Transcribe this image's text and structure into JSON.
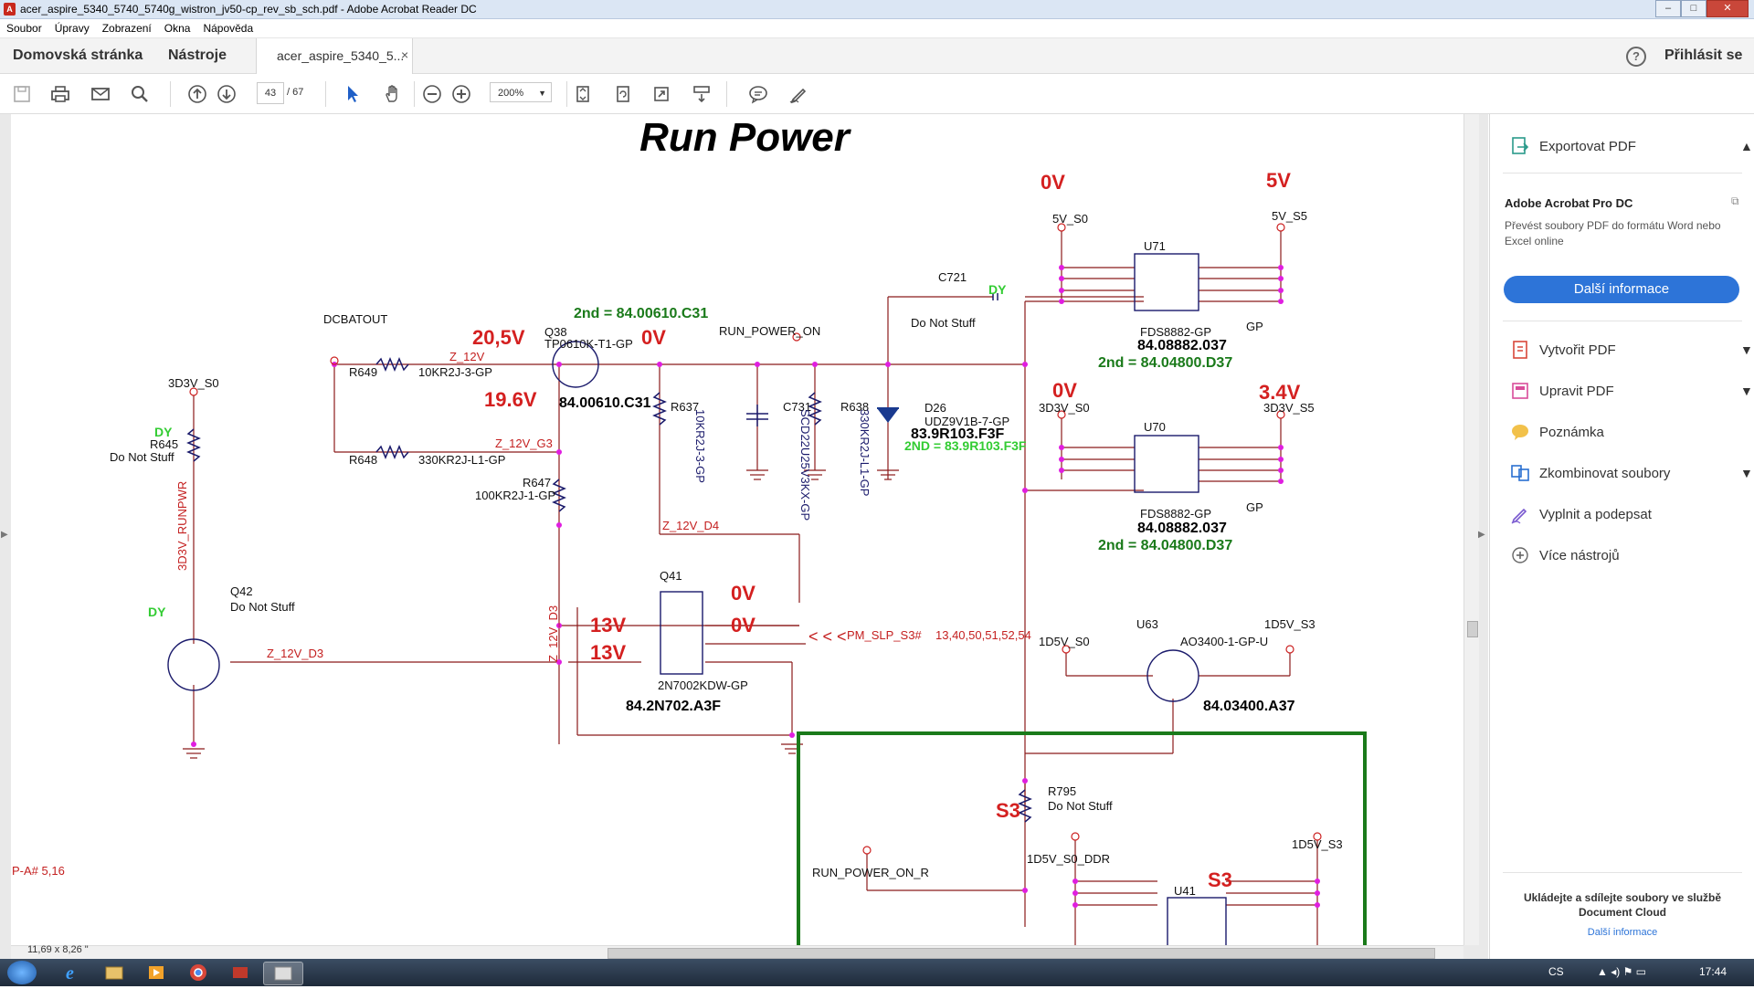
{
  "window": {
    "title": "acer_aspire_5340_5740_5740g_wistron_jv50-cp_rev_sb_sch.pdf - Adobe Acrobat Reader DC",
    "minimize": "–",
    "maximize": "□",
    "close": "✕"
  },
  "menu": [
    "Soubor",
    "Úpravy",
    "Zobrazení",
    "Okna",
    "Nápověda"
  ],
  "tabs": {
    "home": "Domovská stránka",
    "tools": "Nástroje",
    "document": "acer_aspire_5340_5...",
    "close": "×",
    "help": "?",
    "signin": "Přihlásit se"
  },
  "toolbar": {
    "page_current": "43",
    "page_total": "/ 67",
    "zoom": "200%"
  },
  "status": {
    "page_size": "11,69 x 8,26 \""
  },
  "right_panel": {
    "export": "Exportovat PDF",
    "product": "Adobe Acrobat Pro DC",
    "product_desc": "Převést soubory PDF do formátu Word nebo Excel online",
    "more_info_button": "Další informace",
    "tools": [
      "Vytvořit PDF",
      "Upravit PDF",
      "Poznámka",
      "Zkombinovat soubory",
      "Vyplnit a podepsat",
      "Více nástrojů"
    ],
    "cloud_text": "Ukládejte a sdílejte soubory ve službě Document Cloud",
    "cloud_link": "Další informace"
  },
  "taskbar": {
    "lang": "CS",
    "time": "17:44"
  },
  "schematic": {
    "title": "Run Power",
    "pa_ref": "P-A#   5,16",
    "voltages": {
      "v0_top": "0V",
      "v5_top": "5V",
      "v0_mid": "0V",
      "v34": "3.4V",
      "v205": "20,5V",
      "v0_q38": "0V",
      "v196": "19.6V",
      "v0_q41a": "0V",
      "v0_q41b": "0V",
      "v13a": "13V",
      "v13b": "13V",
      "s3a": "S3",
      "s3b": "S3"
    },
    "nets": {
      "dcbatout": "DCBATOUT",
      "run_power_on": "RUN_POWER_ON",
      "v5_s0": "5V_S0",
      "v5_s5": "5V_S5",
      "v3d3_s0a": "3D3V_S0",
      "v3d3_s0b": "3D3V_S0",
      "v3d3_s5": "3D3V_S5",
      "v1d5_s0": "1D5V_S0",
      "v1d5_s3a": "1D5V_S3",
      "v1d5_s3b": "1D5V_S3",
      "z12v": "Z_12V",
      "z12v_g3": "Z_12V_G3",
      "z12v_d4": "Z_12V_D4",
      "z12v_d3a": "Z_12V_D3",
      "z12v_d3b": "Z_12V_D3",
      "runpwr": "3D3V_RUNPWR",
      "pm_slp": "PM_SLP_S3#",
      "pm_pages": "13,40,50,51,52,54",
      "run_power_on_r": "RUN_POWER_ON_R",
      "v1d5_s0_ddr": "1D5V_S0_DDR"
    },
    "parts": {
      "q38": "Q38",
      "q38_pn": "TP0610K-T1-GP",
      "q38_code": "84.00610.C31",
      "q38_2nd": "2nd = 84.00610.C31",
      "r649": "R649",
      "r649_v": "10KR2J-3-GP",
      "r648": "R648",
      "r648_v": "330KR2J-L1-GP",
      "r645": "R645",
      "r645_ns": "Do Not Stuff",
      "dy1": "DY",
      "dy2": "DY",
      "dy3": "DY",
      "r647": "R647",
      "r647_v": "100KR2J-1-GP",
      "r637": "R637",
      "r637_v": "10KR2J-3-GP",
      "c731": "C731",
      "c731_v": "SCD22U25V3KX-GP",
      "r638": "R638",
      "r638_v": "330KR2J-L1-GP",
      "c721": "C721",
      "c721_ns": "Do Not Stuff",
      "d26": "D26",
      "d26_pn": "UDZ9V1B-7-GP",
      "d26_code": "83.9R103.F3F",
      "d26_2nd": "2ND = 83.9R103.F3F",
      "u71": "U71",
      "u71_pn": "FDS8882-GP",
      "u71_code": "84.08882.037",
      "u71_2nd": "2nd = 84.04800.D37",
      "u70": "U70",
      "u70_pn": "FDS8882-GP",
      "u70_code": "84.08882.037",
      "u70_2nd": "2nd = 84.04800.D37",
      "q42": "Q42",
      "q42_ns": "Do Not Stuff",
      "q41": "Q41",
      "q41_pn": "2N7002KDW-GP",
      "q41_code": "84.2N702.A3F",
      "u63": "U63",
      "u63_pn": "AO3400-1-GP-U",
      "u63_code": "84.03400.A37",
      "r795": "R795",
      "r795_ns": "Do Not Stuff",
      "u41": "U41",
      "gp": "GP"
    }
  }
}
